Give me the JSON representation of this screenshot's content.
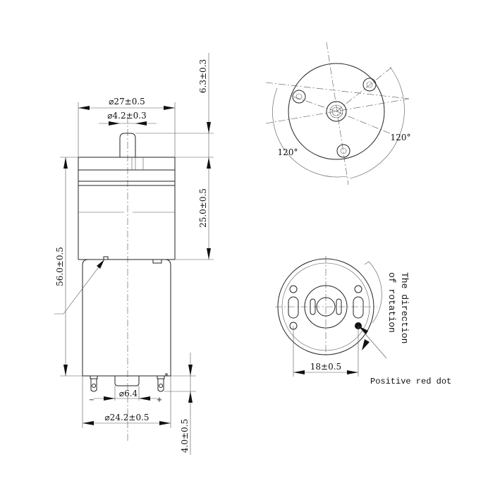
{
  "side_view": {
    "dim_body_diameter": "⌀27±0.5",
    "dim_shaft_diameter": "⌀4.2±0.3",
    "dim_shaft_length": "6.3±0.3",
    "dim_gearbox_length": "25.0±0.5",
    "dim_total_length": "56.0±0.5",
    "dim_hub_diameter": "⌀6.4",
    "dim_can_diameter": "⌀24.2±0.5",
    "dim_terminal_length": "4.0±0.5",
    "terminal_minus": "−",
    "terminal_plus": "+"
  },
  "front_view": {
    "angle_left": "120°",
    "angle_right": "120°"
  },
  "rear_view": {
    "dim_terminal_spacing": "18±0.5",
    "rotation_label_line1": "The direction",
    "rotation_label_line2": "of rotation",
    "positive_dot_label": "Positive red dot"
  }
}
